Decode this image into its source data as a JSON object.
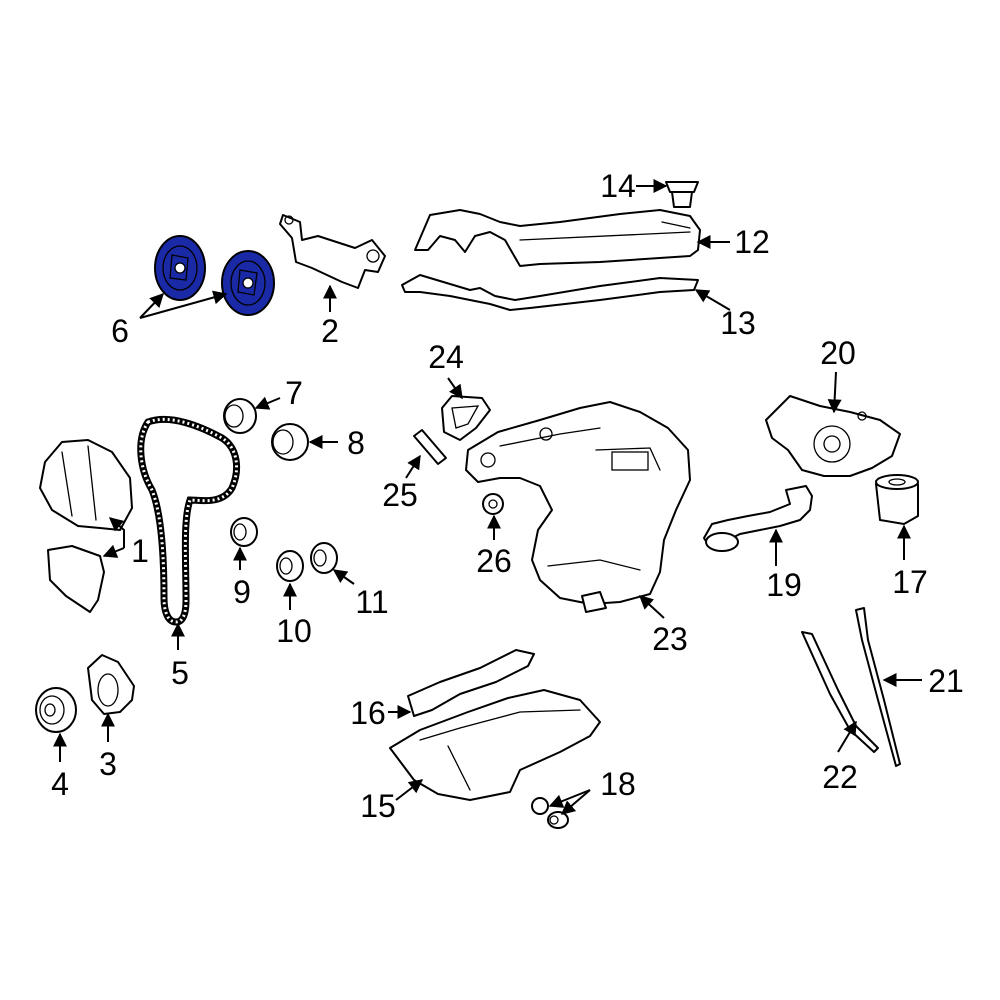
{
  "diagram": {
    "highlight_color": "#1a2aa6",
    "line_color": "#000000",
    "background": "#ffffff",
    "callouts": [
      "1",
      "2",
      "3",
      "4",
      "5",
      "6",
      "7",
      "8",
      "9",
      "10",
      "11",
      "12",
      "13",
      "14",
      "15",
      "16",
      "17",
      "18",
      "19",
      "20",
      "21",
      "22",
      "23",
      "24",
      "25",
      "26"
    ]
  }
}
